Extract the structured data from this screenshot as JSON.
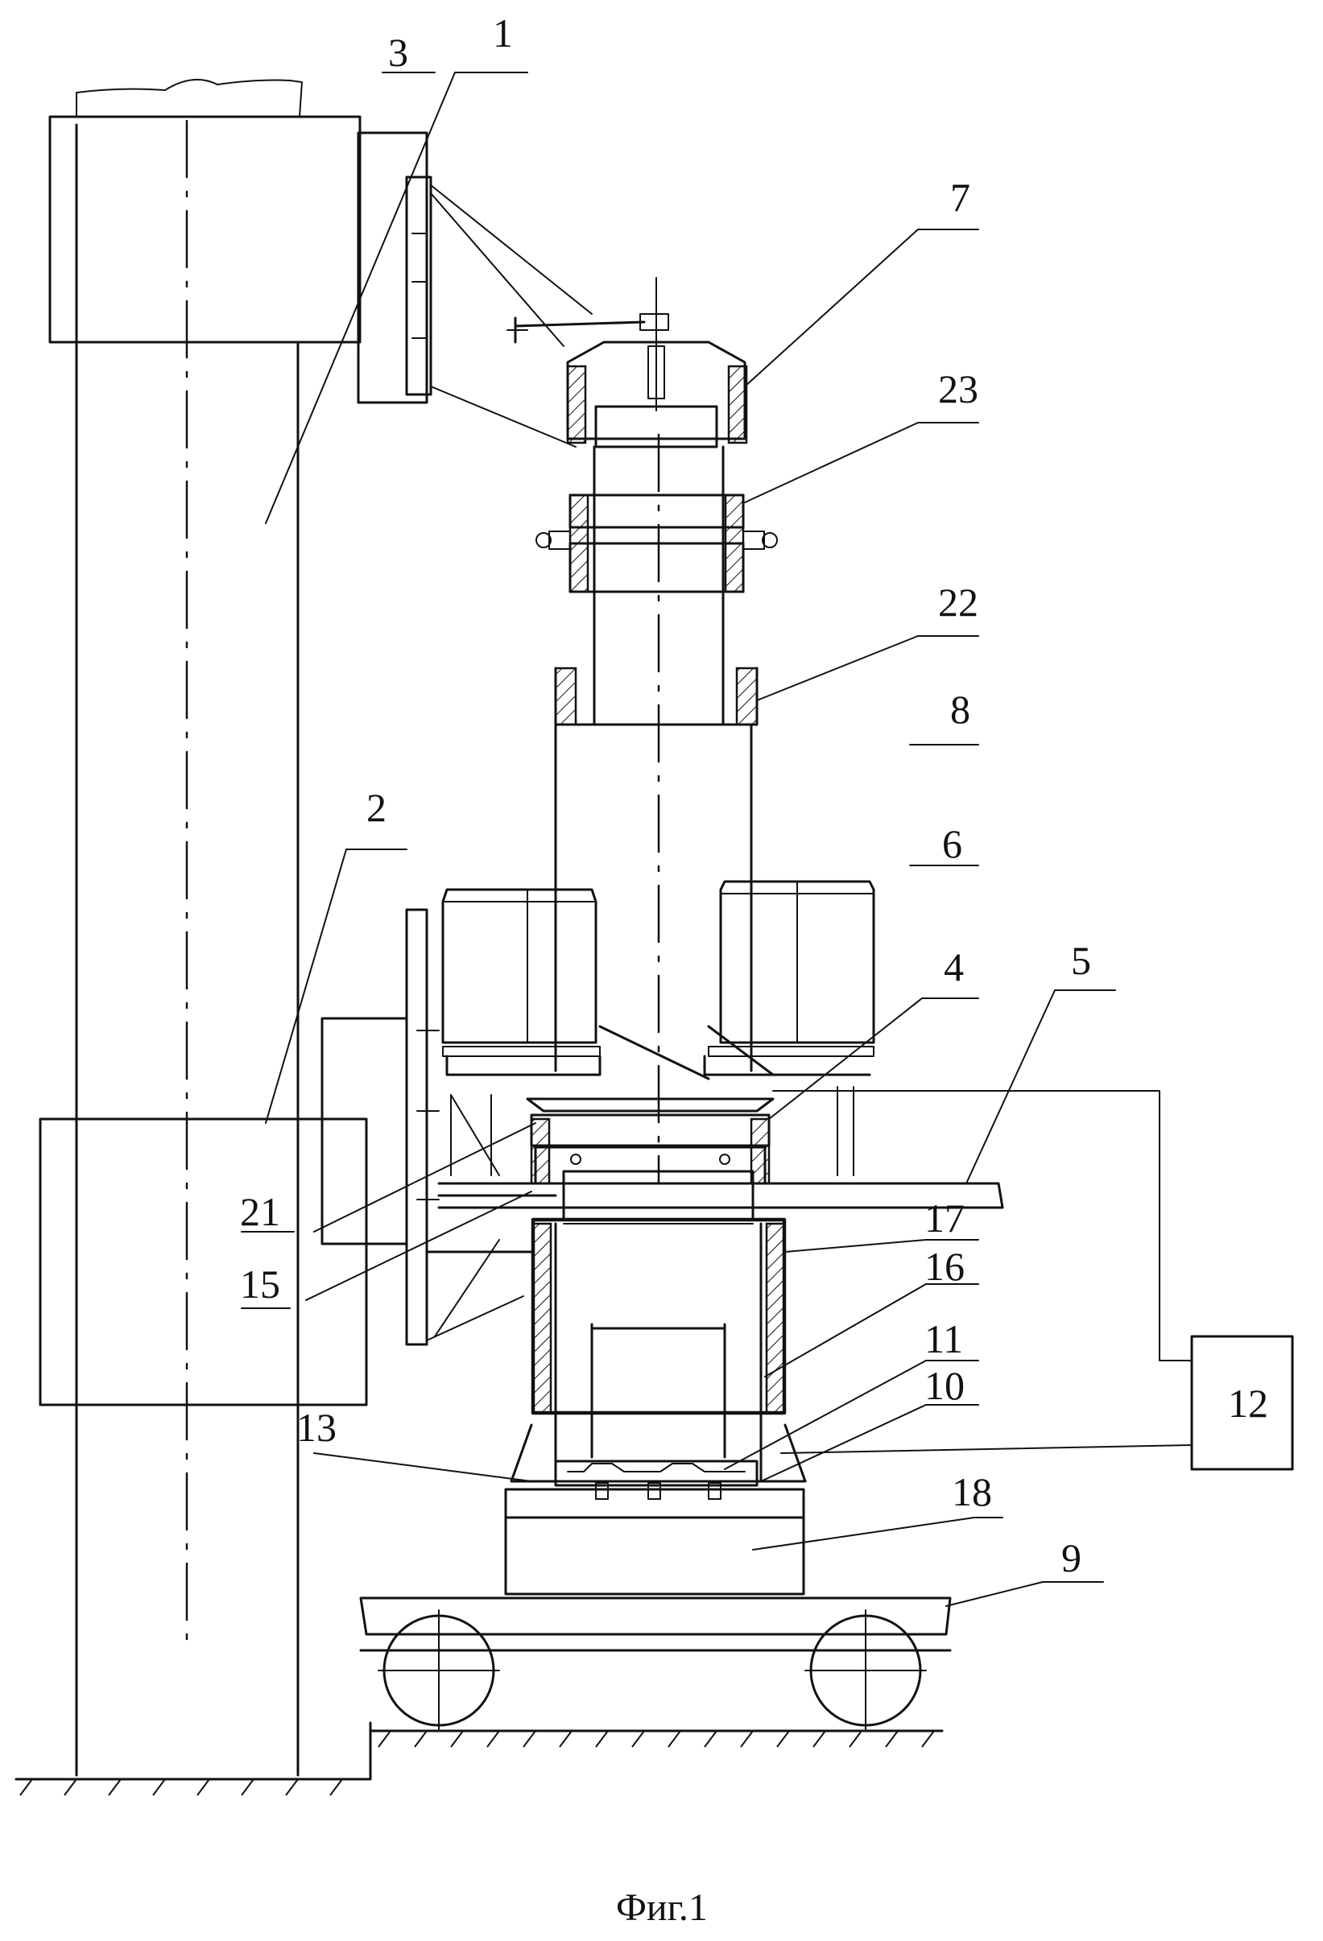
{
  "figure": {
    "caption": "Фиг.1",
    "labels": {
      "l1": "1",
      "l2": "2",
      "l3": "3",
      "l4": "4",
      "l5": "5",
      "l6": "6",
      "l7": "7",
      "l8": "8",
      "l9": "9",
      "l10": "10",
      "l11": "11",
      "l12": "12",
      "l13": "13",
      "l15": "15",
      "l16": "16",
      "l17": "17",
      "l18": "18",
      "l21": "21",
      "l22": "22",
      "l23": "23"
    }
  }
}
